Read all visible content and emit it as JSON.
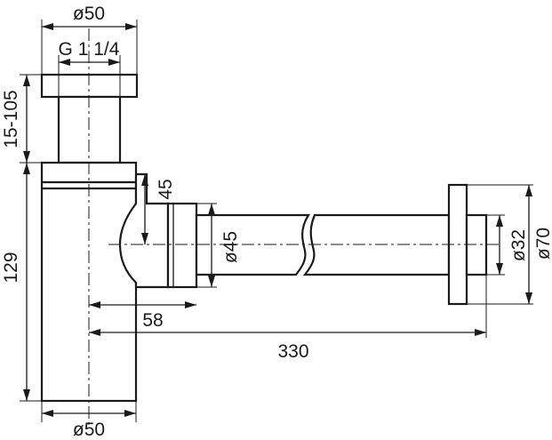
{
  "dimensions": {
    "top_diameter": "ø50",
    "thread": "G 1 1/4",
    "height_adjust": "15-105",
    "body_height": "129",
    "inlet_height": "45",
    "pipe_diameter": "ø45",
    "offset": "58",
    "length": "330",
    "flange_inner": "ø32",
    "flange_outer": "ø70",
    "bottom_diameter": "ø50"
  }
}
